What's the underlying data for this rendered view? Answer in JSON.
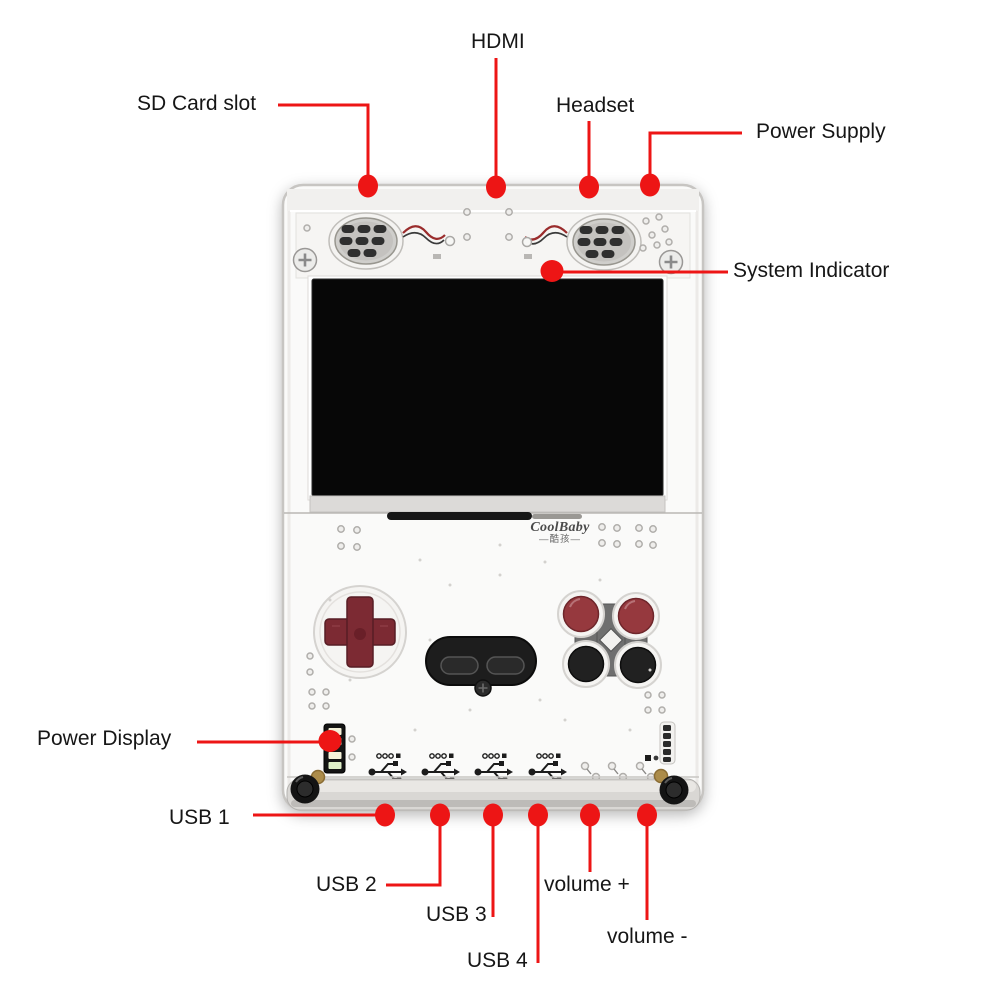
{
  "device": {
    "brand": "CoolBaby",
    "brand_cn": "—酷孩—"
  },
  "labels": {
    "sd_card_slot": "SD Card slot",
    "hdmi": "HDMI",
    "headset": "Headset",
    "power_supply": "Power Supply",
    "system_indicator": "System Indicator",
    "power_display": "Power Display",
    "usb1": "USB 1",
    "usb2": "USB 2",
    "usb3": "USB 3",
    "usb4": "USB 4",
    "volume_up": "volume +",
    "volume_down": "volume -"
  },
  "colors": {
    "callout_red": "#ed1515",
    "dpad_maroon": "#7c2a33",
    "button_red": "#96393e",
    "button_black": "#212121",
    "screen_black": "#070707",
    "shell_white": "#fafaf9",
    "logo_gray": "#4a4a4a"
  }
}
